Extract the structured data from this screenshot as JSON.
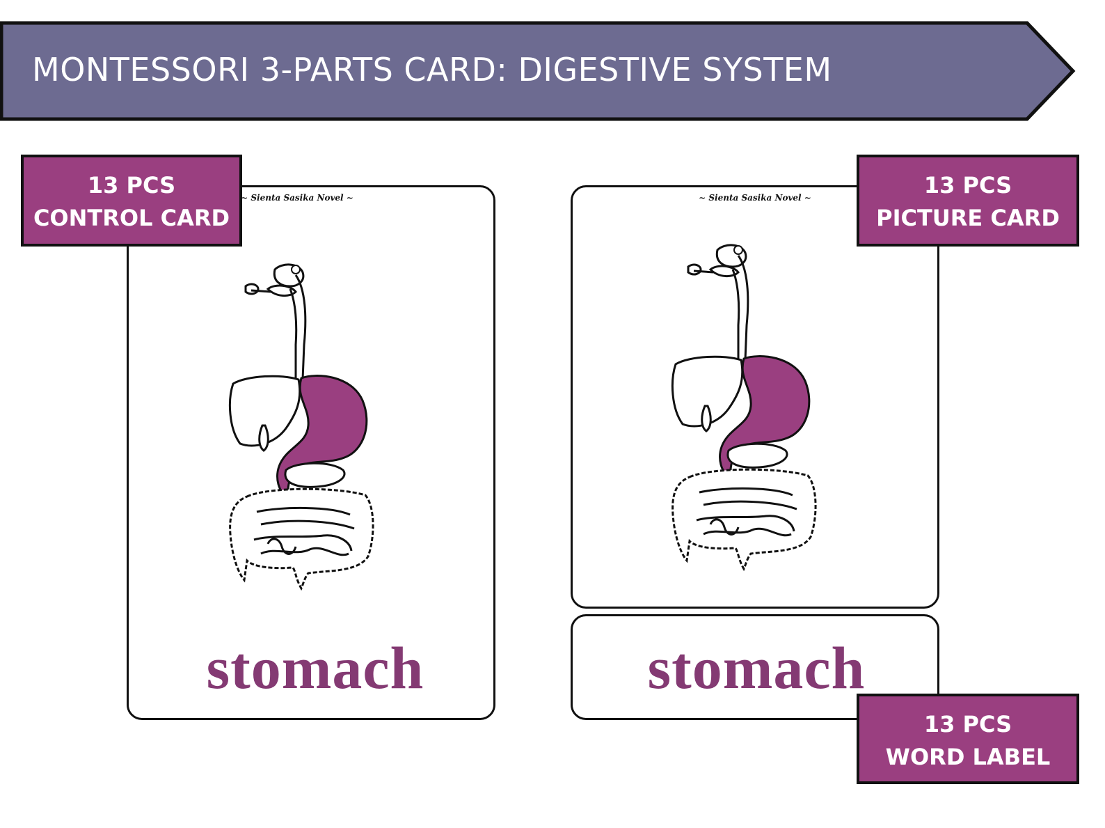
{
  "banner": {
    "title": "MONTESSORI 3-PARTS CARD: DIGESTIVE SYSTEM",
    "fill_color": "#6d6b91"
  },
  "cards": {
    "control": {
      "brand": "~ Sienta Sasika Novel ~",
      "word": "stomach"
    },
    "picture": {
      "brand": "~ Sienta Sasika Novel ~"
    },
    "label": {
      "word": "stomach"
    }
  },
  "badges": [
    {
      "count": "13 PCS",
      "label": "CONTROL CARD"
    },
    {
      "count": "13 PCS",
      "label": "PICTURE CARD"
    },
    {
      "count": "13 PCS",
      "label": "WORD LABEL"
    }
  ],
  "colors": {
    "accent": "#9a3f80",
    "word": "#843a73",
    "banner": "#6d6b91"
  },
  "illustration": {
    "subject": "digestive-system",
    "highlighted_organ": "stomach"
  }
}
